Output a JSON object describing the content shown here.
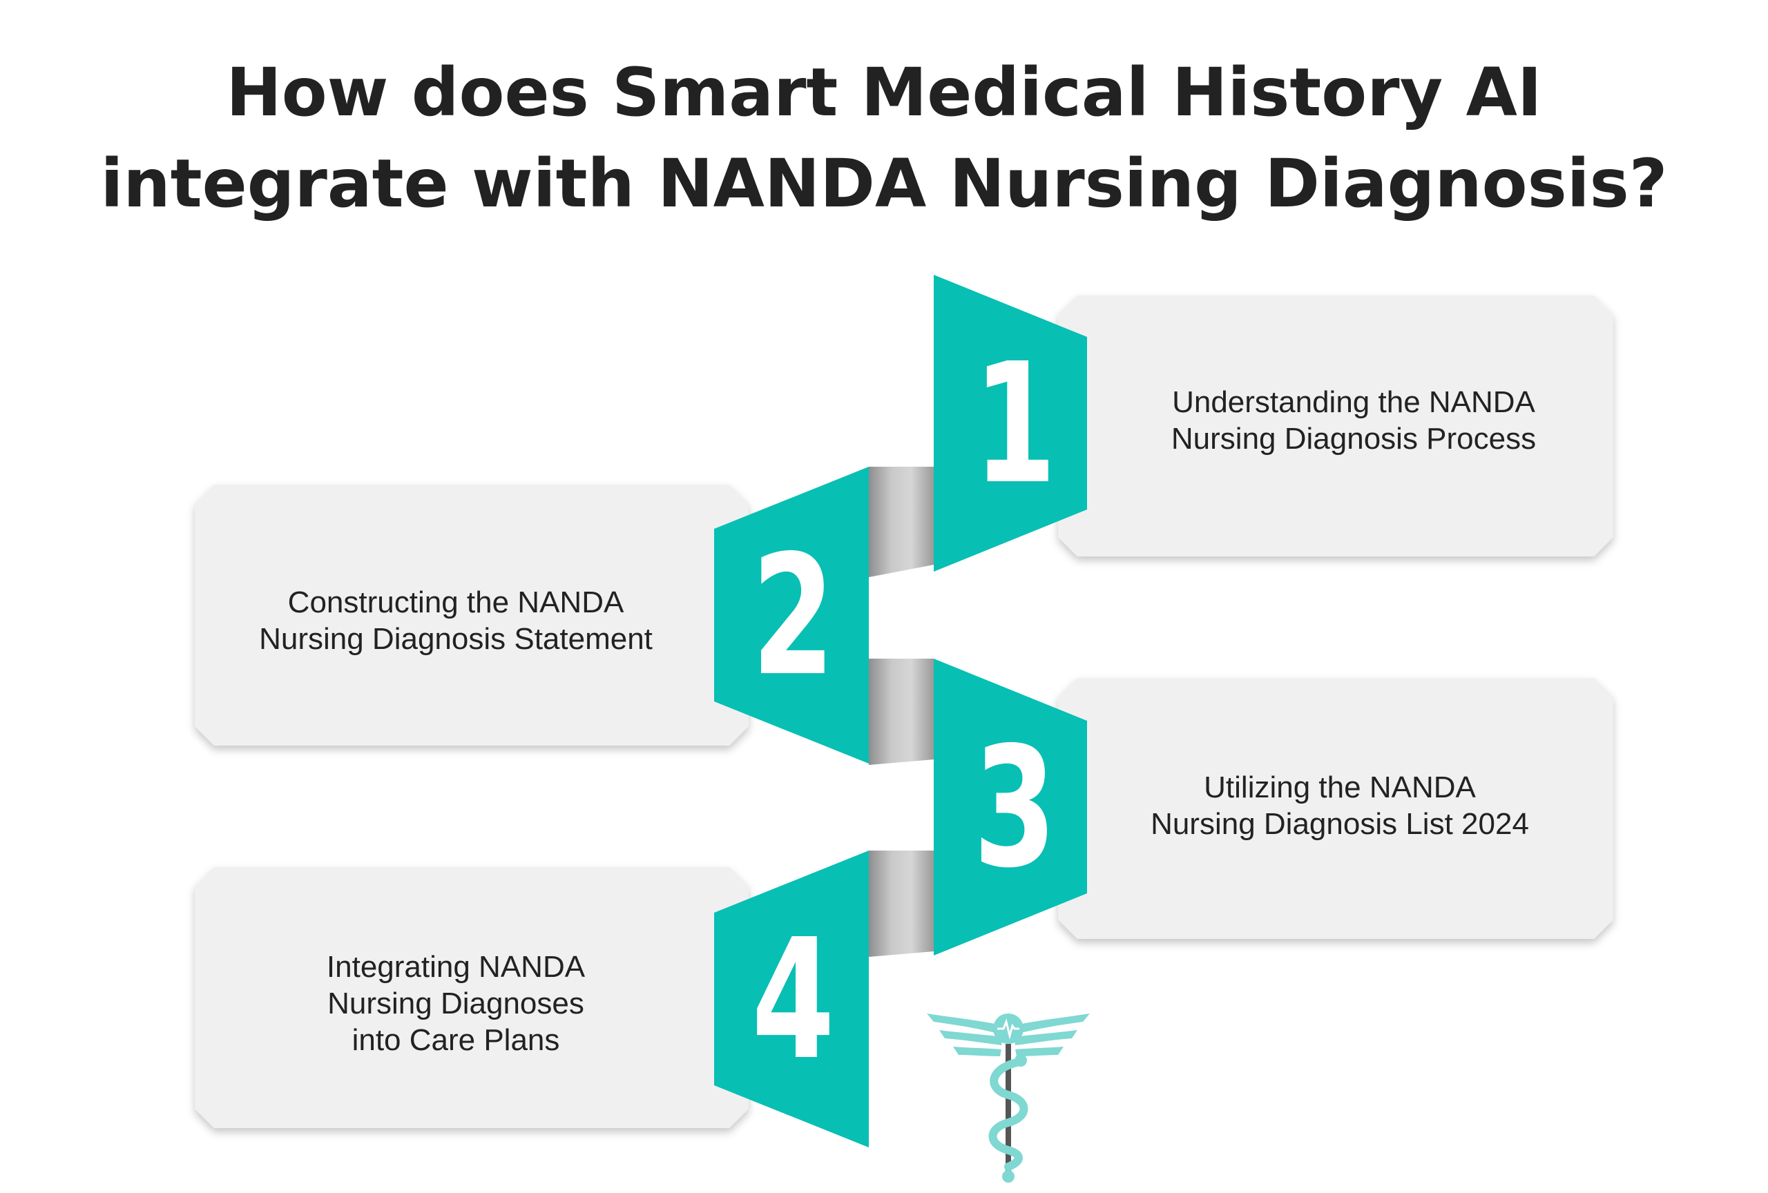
{
  "title": {
    "line1": "How does Smart Medical History AI",
    "line2": "integrate with NANDA Nursing Diagnosis?"
  },
  "colors": {
    "accent": "#08BFB4",
    "card": "#F0F0F0",
    "connector": "#B9B9B9",
    "text": "#222222",
    "logo": "#7FD8D2"
  },
  "steps": [
    {
      "number": "1",
      "lines": [
        "Understanding the NANDA",
        "Nursing Diagnosis Process"
      ]
    },
    {
      "number": "2",
      "lines": [
        "Constructing the NANDA",
        "Nursing Diagnosis Statement"
      ]
    },
    {
      "number": "3",
      "lines": [
        "Utilizing the NANDA",
        "Nursing Diagnosis List 2024"
      ]
    },
    {
      "number": "4",
      "lines": [
        "Integrating NANDA",
        "Nursing Diagnoses",
        "into Care Plans"
      ]
    }
  ],
  "logo": {
    "icon": "caduceus-heartbeat-icon"
  }
}
